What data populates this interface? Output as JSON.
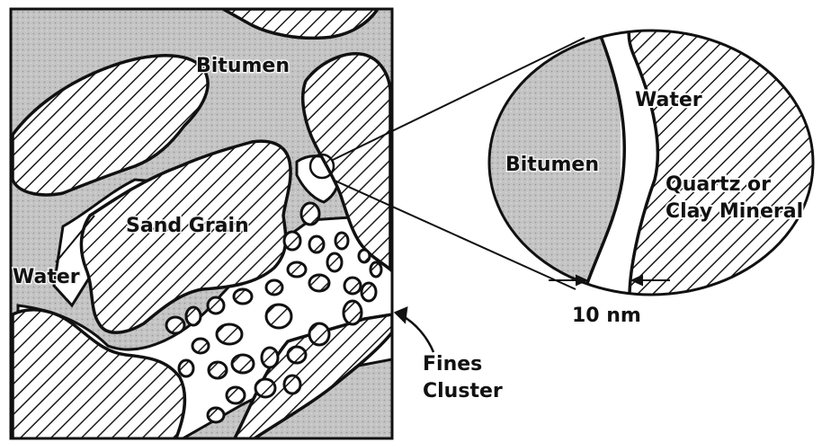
{
  "labels": {
    "bitumen_main": "Bitumen",
    "sand_grain": "Sand Grain",
    "water_main": "Water",
    "fines_line1": "Fines",
    "fines_line2": "Cluster",
    "bitumen_zoom": "Bitumen",
    "water_zoom": "Water",
    "quartz_line1": "Quartz or",
    "quartz_line2": "Clay Mineral",
    "scale": "10 nm"
  },
  "colors": {
    "background": "#ffffff",
    "bitumen_fill": "#bdbdbd",
    "grain_hatch": "#1a1a1a",
    "water_fill": "#ffffff",
    "outline": "#111111"
  }
}
